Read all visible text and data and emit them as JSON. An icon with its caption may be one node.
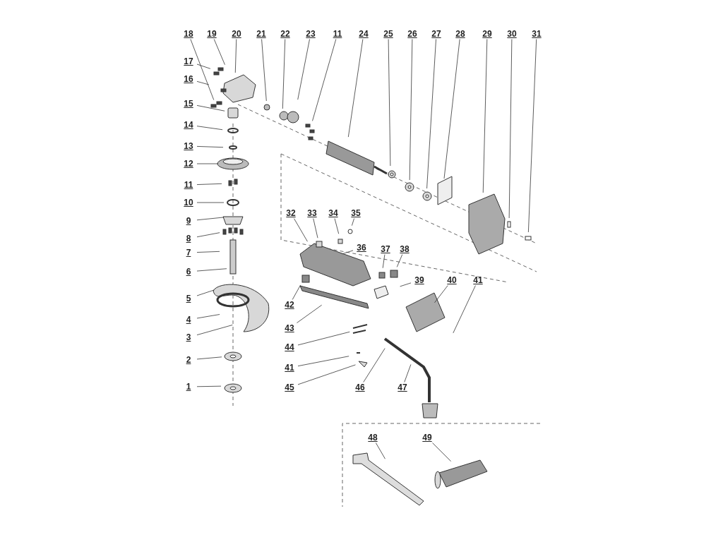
{
  "diagram": {
    "nodes": [
      {
        "text": [
          "18"
        ]
      },
      {
        "text": [
          "19"
        ]
      },
      {
        "text": [
          "20"
        ]
      },
      {
        "text": [
          "21"
        ]
      },
      {
        "text": [
          "22"
        ]
      },
      {
        "text": [
          "23"
        ]
      },
      {
        "text": [
          "11"
        ]
      },
      {
        "text": [
          "24"
        ]
      },
      {
        "text": [
          "25"
        ]
      },
      {
        "text": [
          "26"
        ]
      },
      {
        "text": [
          "27"
        ]
      },
      {
        "text": [
          "28"
        ]
      },
      {
        "text": [
          "29"
        ]
      },
      {
        "text": [
          "30"
        ]
      },
      {
        "text": [
          "31"
        ]
      },
      {
        "text": [
          "17"
        ]
      },
      {
        "text": [
          "16"
        ]
      },
      {
        "text": [
          "15"
        ]
      },
      {
        "text": [
          "14"
        ]
      },
      {
        "text": [
          "13"
        ]
      },
      {
        "text": [
          "12"
        ]
      },
      {
        "text": [
          "11"
        ]
      },
      {
        "text": [
          "10"
        ]
      },
      {
        "text": [
          "9"
        ]
      },
      {
        "text": [
          "8"
        ]
      },
      {
        "text": [
          "7"
        ]
      },
      {
        "text": [
          "6"
        ]
      },
      {
        "text": [
          "5"
        ]
      },
      {
        "text": [
          "4"
        ]
      },
      {
        "text": [
          "3"
        ]
      },
      {
        "text": [
          "2"
        ]
      },
      {
        "text": [
          "1"
        ]
      },
      {
        "text": [
          "32"
        ]
      },
      {
        "text": [
          "33"
        ]
      },
      {
        "text": [
          "34"
        ]
      },
      {
        "text": [
          "35"
        ]
      },
      {
        "text": [
          "36"
        ]
      },
      {
        "text": [
          "37"
        ]
      },
      {
        "text": [
          "38"
        ]
      },
      {
        "text": [
          "39"
        ]
      },
      {
        "text": [
          "40"
        ]
      },
      {
        "text": [
          "41"
        ]
      },
      {
        "text": [
          "42"
        ]
      },
      {
        "text": [
          "43"
        ]
      },
      {
        "text": [
          "44"
        ]
      },
      {
        "text": [
          "41"
        ]
      },
      {
        "text": [
          "45"
        ]
      },
      {
        "text": [
          "46"
        ]
      },
      {
        "text": [
          "47"
        ]
      },
      {
        "text": [
          "48"
        ]
      },
      {
        "text": [
          "49"
        ]
      }
    ],
    "edges": [
      {
        "from": 0,
        "to": null,
        "arrow": "none"
      },
      {
        "from": 1,
        "to": null,
        "arrow": "none"
      },
      {
        "from": 2,
        "to": null,
        "arrow": "none"
      },
      {
        "from": 3,
        "to": null,
        "arrow": "none"
      },
      {
        "from": 4,
        "to": null,
        "arrow": "none"
      },
      {
        "from": 5,
        "to": null,
        "arrow": "none"
      },
      {
        "from": 6,
        "to": null,
        "arrow": "none"
      },
      {
        "from": 7,
        "to": null,
        "arrow": "none"
      },
      {
        "from": 8,
        "to": null,
        "arrow": "none"
      },
      {
        "from": 9,
        "to": null,
        "arrow": "none"
      },
      {
        "from": 10,
        "to": null,
        "arrow": "none"
      },
      {
        "from": 11,
        "to": null,
        "arrow": "none"
      },
      {
        "from": 12,
        "to": null,
        "arrow": "none"
      },
      {
        "from": 13,
        "to": null,
        "arrow": "none"
      },
      {
        "from": 14,
        "to": null,
        "arrow": "none"
      },
      {
        "from": 15,
        "to": null,
        "arrow": "none"
      },
      {
        "from": 16,
        "to": null,
        "arrow": "none"
      },
      {
        "from": 17,
        "to": null,
        "arrow": "none"
      },
      {
        "from": 18,
        "to": null,
        "arrow": "none"
      },
      {
        "from": 19,
        "to": null,
        "arrow": "none"
      },
      {
        "from": 20,
        "to": null,
        "arrow": "none"
      },
      {
        "from": 21,
        "to": null,
        "arrow": "none"
      },
      {
        "from": 22,
        "to": null,
        "arrow": "none"
      },
      {
        "from": 23,
        "to": null,
        "arrow": "none"
      },
      {
        "from": 24,
        "to": null,
        "arrow": "none"
      },
      {
        "from": 25,
        "to": null,
        "arrow": "none"
      },
      {
        "from": 26,
        "to": null,
        "arrow": "none"
      },
      {
        "from": 27,
        "to": null,
        "arrow": "none"
      },
      {
        "from": 28,
        "to": null,
        "arrow": "none"
      },
      {
        "from": 29,
        "to": null,
        "arrow": "none"
      },
      {
        "from": 30,
        "to": null,
        "arrow": "none"
      },
      {
        "from": 31,
        "to": null,
        "arrow": "none"
      },
      {
        "from": 32,
        "to": null,
        "arrow": "none"
      },
      {
        "from": 33,
        "to": null,
        "arrow": "none"
      },
      {
        "from": 34,
        "to": null,
        "arrow": "none"
      },
      {
        "from": 35,
        "to": null,
        "arrow": "none"
      },
      {
        "from": 36,
        "to": null,
        "arrow": "none"
      },
      {
        "from": 37,
        "to": null,
        "arrow": "none"
      },
      {
        "from": 38,
        "to": null,
        "arrow": "none"
      },
      {
        "from": 39,
        "to": null,
        "arrow": "none"
      },
      {
        "from": 40,
        "to": null,
        "arrow": "none"
      },
      {
        "from": 41,
        "to": null,
        "arrow": "none"
      },
      {
        "from": 42,
        "to": null,
        "arrow": "none"
      },
      {
        "from": 43,
        "to": null,
        "arrow": "none"
      },
      {
        "from": 44,
        "to": null,
        "arrow": "none"
      },
      {
        "from": 45,
        "to": null,
        "arrow": "none"
      },
      {
        "from": 46,
        "to": null,
        "arrow": "none"
      },
      {
        "from": 47,
        "to": null,
        "arrow": "none"
      },
      {
        "from": 48,
        "to": null,
        "arrow": "none"
      },
      {
        "from": 49,
        "to": null,
        "arrow": "none"
      },
      {
        "from": 50,
        "to": null,
        "arrow": "none"
      }
    ]
  }
}
